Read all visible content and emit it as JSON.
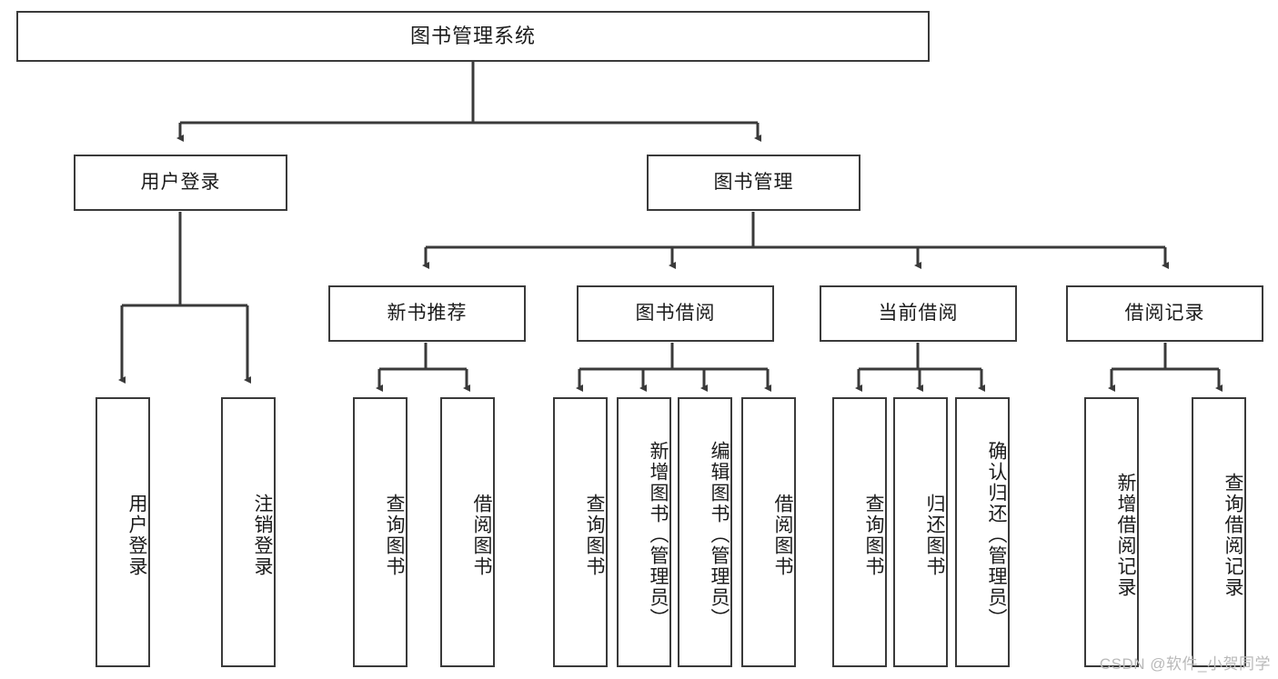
{
  "diagram": {
    "type": "tree",
    "title": "图书管理系统",
    "root": {
      "label": "图书管理系统"
    },
    "level2": [
      {
        "id": "user-login",
        "label": "用户登录"
      },
      {
        "id": "book-manage",
        "label": "图书管理"
      }
    ],
    "level3": [
      {
        "id": "new-book-recommend",
        "label": "新书推荐",
        "parent": "book-manage"
      },
      {
        "id": "book-borrow",
        "label": "图书借阅",
        "parent": "book-manage"
      },
      {
        "id": "current-borrow",
        "label": "当前借阅",
        "parent": "book-manage"
      },
      {
        "id": "borrow-record",
        "label": "借阅记录",
        "parent": "book-manage"
      }
    ],
    "leaves": {
      "user-login": [
        {
          "id": "leaf-user-login",
          "label": "用户登录"
        },
        {
          "id": "leaf-user-logout",
          "label": "注销登录"
        }
      ],
      "new-book-recommend": [
        {
          "id": "leaf-query-book-1",
          "label": "查询图书"
        },
        {
          "id": "leaf-borrow-book-1",
          "label": "借阅图书"
        }
      ],
      "book-borrow": [
        {
          "id": "leaf-query-book-2",
          "label": "查询图书"
        },
        {
          "id": "leaf-add-book",
          "label": "新增图书（管理员）"
        },
        {
          "id": "leaf-edit-book",
          "label": "编辑图书（管理员）"
        },
        {
          "id": "leaf-borrow-book-2",
          "label": "借阅图书"
        }
      ],
      "current-borrow": [
        {
          "id": "leaf-query-book-3",
          "label": "查询图书"
        },
        {
          "id": "leaf-return-book",
          "label": "归还图书"
        },
        {
          "id": "leaf-confirm-return",
          "label": "确认归还（管理员）"
        }
      ],
      "borrow-record": [
        {
          "id": "leaf-add-record",
          "label": "新增借阅记录"
        },
        {
          "id": "leaf-query-record",
          "label": "查询借阅记录"
        }
      ]
    }
  },
  "watermark": {
    "text": "CSDN @软件_小贺同学"
  },
  "colors": {
    "stroke": "#3a3a3a",
    "box_fill": "#ffffff",
    "text": "#1b1b1b",
    "watermark": "#b9b9b9"
  }
}
